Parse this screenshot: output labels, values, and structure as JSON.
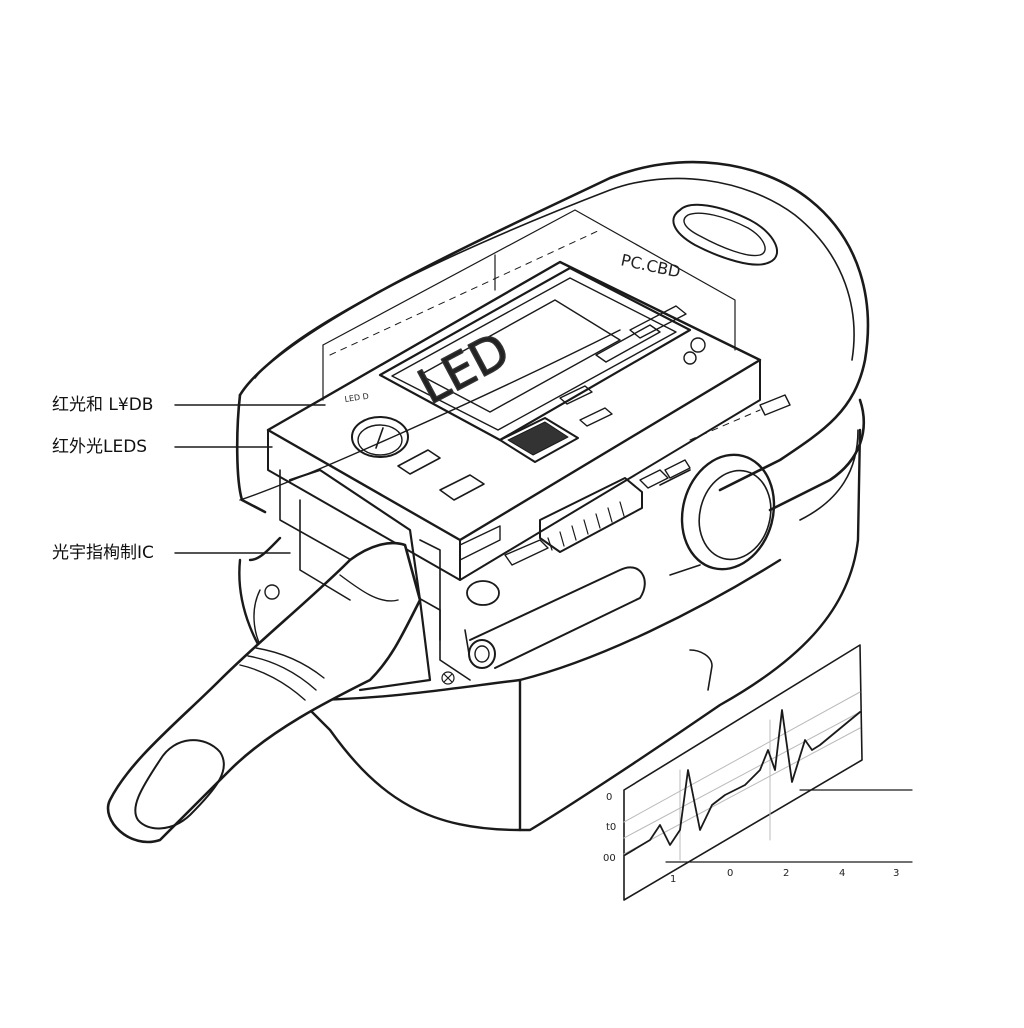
{
  "callouts": [
    {
      "text": "红光和 L¥DB"
    },
    {
      "text": "红外光LEDS"
    },
    {
      "text": "光宇指栒制IC"
    }
  ],
  "board": {
    "pcb_label": "PC.CBD",
    "led_label": "LED",
    "small_label": "LED D"
  },
  "waveform": {
    "y_ticks": [
      "0",
      "t0",
      "00"
    ],
    "x_ticks": [
      "1",
      "0",
      "2",
      "4",
      "3"
    ]
  },
  "colors": {
    "line": "#1a1a1a",
    "background": "#ffffff"
  }
}
